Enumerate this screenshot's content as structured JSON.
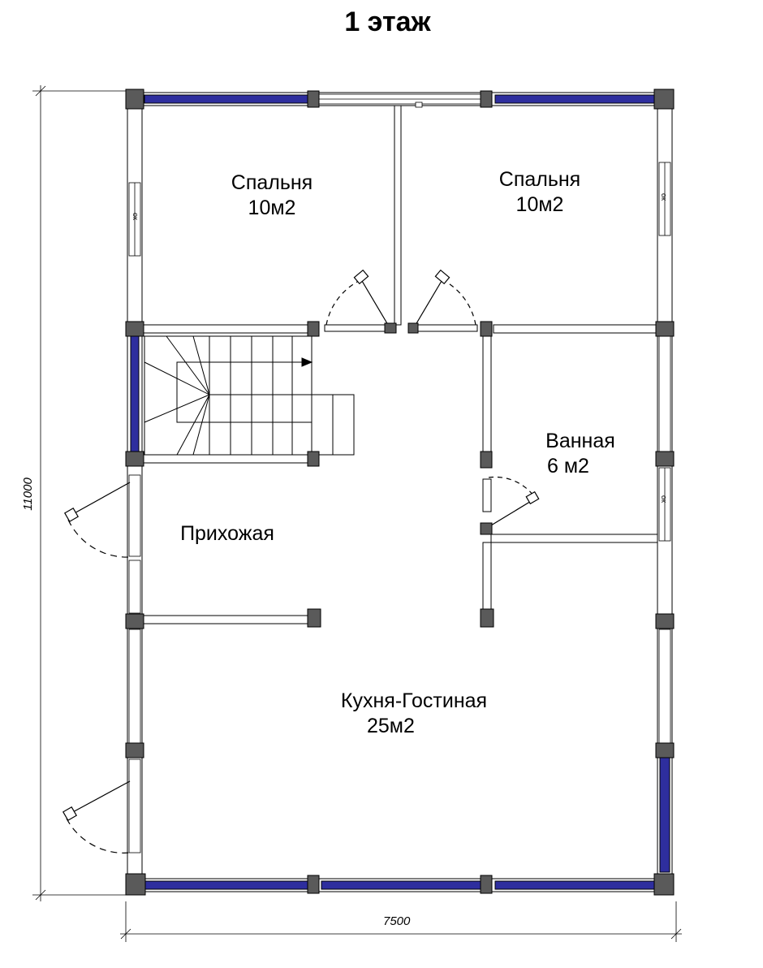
{
  "title": "1 этаж",
  "rooms": [
    {
      "name": "Спальня",
      "area": "10м2"
    },
    {
      "name": "Спальня",
      "area": "10м2"
    },
    {
      "name": "Ванная",
      "area": "6 м2"
    },
    {
      "name": "Прихожая",
      "area": ""
    },
    {
      "name": "Кухня-Гостиная",
      "area": "25м2"
    }
  ],
  "dimensions": {
    "width": "7500",
    "height": "11000"
  },
  "window_label": "ок",
  "colors": {
    "wall_fill": "#2e2e9e",
    "column": "#5a5a5a",
    "line": "#000000"
  }
}
